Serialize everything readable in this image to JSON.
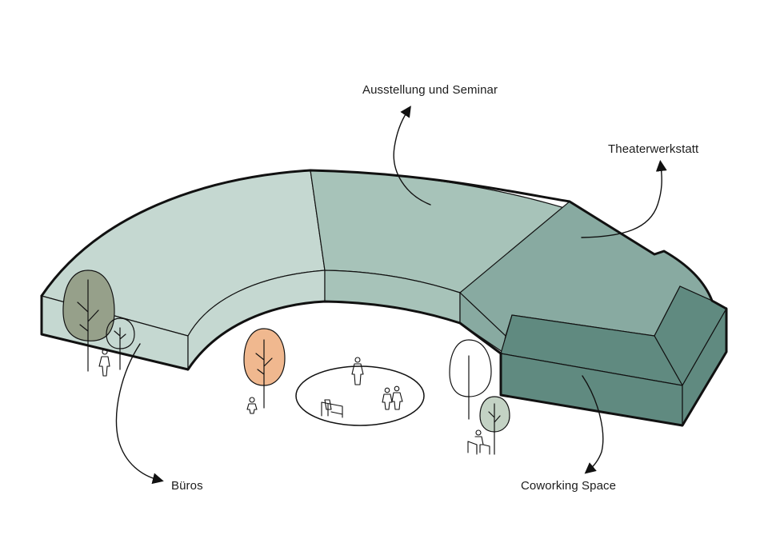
{
  "labels": {
    "seminar": "Ausstellung und Seminar",
    "theater": "Theaterwerkstatt",
    "bueros": "Büros",
    "coworking": "Coworking Space"
  },
  "colors": {
    "bueros_fill": "#c5d8d1",
    "seminar_fill": "#a7c3b9",
    "theater_fill": "#88aaa1",
    "coworking_fill": "#608a80",
    "tree_olive": "#96a08a",
    "tree_orange": "#f0b88f",
    "tree_sage": "#c3d2c4",
    "outline": "#111111"
  }
}
